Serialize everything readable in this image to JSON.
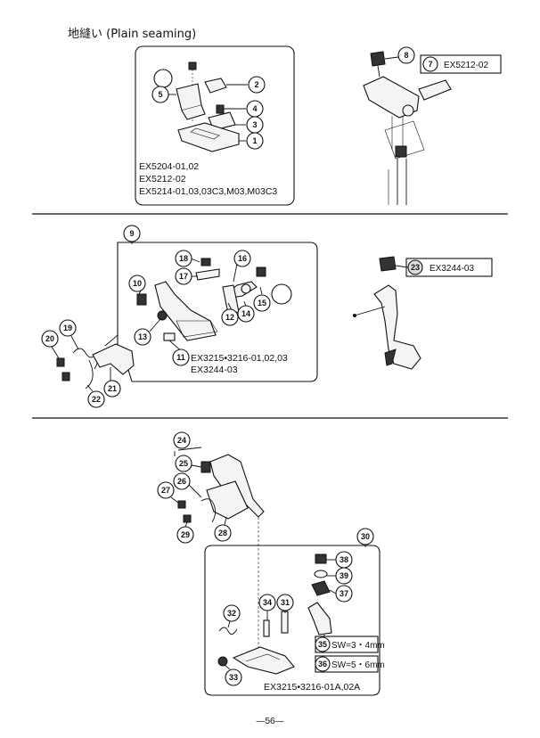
{
  "header": {
    "title": "地縫い (Plain seaming)"
  },
  "section1": {
    "callouts": [
      "2",
      "5",
      "4",
      "3",
      "1",
      "8",
      "7"
    ],
    "models": [
      "EX5204-01,02",
      "EX5212-02",
      "EX5214-01,03,03C3,M03,M03C3"
    ],
    "tag_7": "EX5212-02"
  },
  "section2": {
    "callouts": [
      "9",
      "18",
      "17",
      "10",
      "16",
      "15",
      "14",
      "12",
      "13",
      "11",
      "19",
      "20",
      "21",
      "22",
      "23"
    ],
    "models": [
      "EX3215•3216-01,02,03",
      "EX3244-03"
    ],
    "tag_23": "EX3244-03"
  },
  "section3": {
    "callouts": [
      "24",
      "25",
      "26",
      "27",
      "28",
      "29",
      "30",
      "38",
      "39",
      "37",
      "31",
      "34",
      "32",
      "35",
      "36",
      "33"
    ],
    "sw_35": "SW=3・4mm",
    "sw_36": "SW=5・6mm",
    "model": "EX3215•3216-01A,02A"
  },
  "footer": {
    "page": "—56—"
  }
}
